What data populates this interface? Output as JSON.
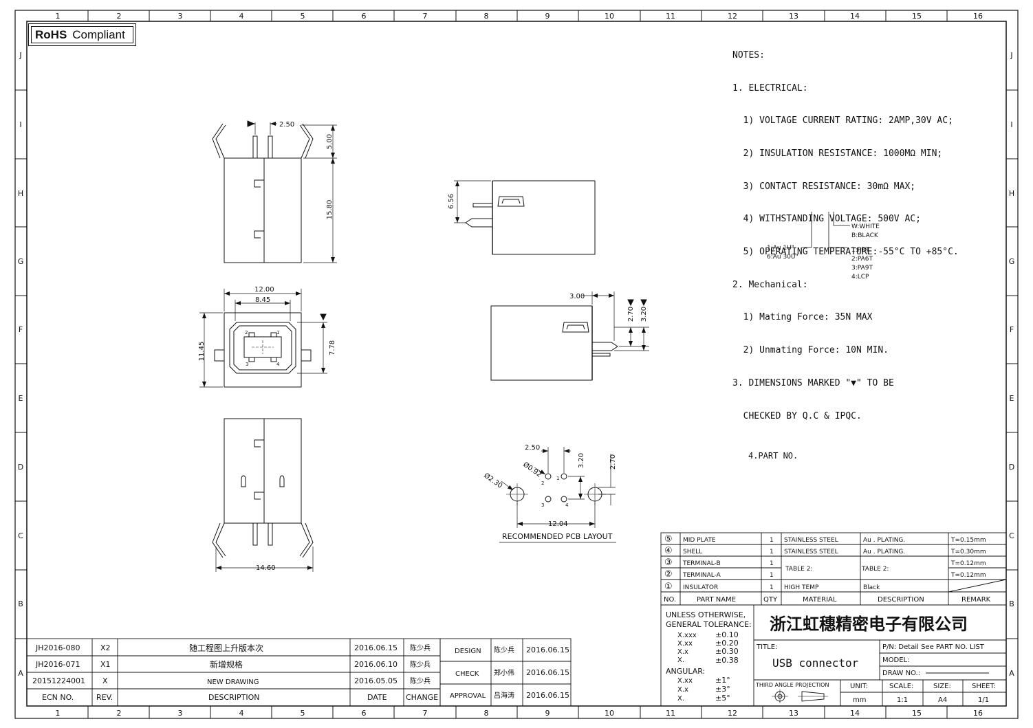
{
  "border": {
    "columns": [
      "1",
      "2",
      "3",
      "4",
      "5",
      "6",
      "7",
      "8",
      "9",
      "10",
      "11",
      "12",
      "13",
      "14",
      "15",
      "16"
    ],
    "rows": [
      "J",
      "I",
      "H",
      "G",
      "F",
      "E",
      "D",
      "C",
      "B",
      "A"
    ]
  },
  "rohs": {
    "bold": "RoHS",
    "text": "Compliant"
  },
  "notes": {
    "lines": [
      "NOTES:",
      "1. ELECTRICAL:",
      "  1) VOLTAGE CURRENT RATING: 2AMP,30V AC;",
      "  2) INSULATION RESISTANCE: 1000MΩ MIN;",
      "  3) CONTACT RESISTANCE: 30mΩ MAX;",
      "  4) WITHSTANDING VOLTAGE: 500V AC;",
      "  5) OPERATING TEMPERATURE:-55°C TO +85°C.",
      "2. Mechanical:",
      "  1) Mating Force: 35N MAX",
      "  2) Unmating Force: 10N MIN.",
      "3. DIMENSIONS MARKED \"▼\" TO BE",
      "  CHECKED BY Q.C & IPQC."
    ],
    "part_no": "4.PART NO."
  },
  "part_code": {
    "color": [
      "W:WHITE",
      "B:BLACK"
    ],
    "plating": [
      "1:Au 1U\"",
      "6:Au 30U\""
    ],
    "material": [
      "1:PBT",
      "2:PA6T",
      "3:PA9T",
      "4:LCP"
    ]
  },
  "dims": {
    "d250a": "2.50",
    "d500": "5.00",
    "d1580": "15.80",
    "d1200": "12.00",
    "d845": "8.45",
    "d1145": "11.45",
    "d778": "7.78",
    "d1460": "14.60",
    "d656": "6.56",
    "d300": "3.00",
    "d270a": "2.70",
    "d320a": "3.20",
    "d250b": "2.50",
    "d092": "Ø0.92",
    "d230": "Ø2.30",
    "d320b": "3.20",
    "d270b": "2.70",
    "d1204": "12.04",
    "pin1": "1",
    "pin2": "2",
    "pin3": "3",
    "pin4": "4",
    "lay1": "1",
    "lay2": "2",
    "lay3": "3",
    "lay4": "4"
  },
  "pcb_label": "RECOMMENDED PCB LAYOUT",
  "bom": {
    "rows": [
      {
        "no": "⑤",
        "name": "MID PLATE",
        "qty": "1",
        "material": "STAINLESS STEEL",
        "desc": "Au . PLATING.",
        "remark": "T=0.15mm"
      },
      {
        "no": "④",
        "name": "SHELL",
        "qty": "1",
        "material": "STAINLESS STEEL",
        "desc": "Au . PLATING.",
        "remark": "T=0.30mm"
      },
      {
        "no": "③",
        "name": "TERMINAL-B",
        "qty": "1",
        "material": "",
        "desc": "",
        "remark": "T=0.12mm"
      },
      {
        "no": "②",
        "name": "TERMINAL-A",
        "qty": "1",
        "material": "",
        "desc": "",
        "remark": "T=0.12mm"
      },
      {
        "no": "①",
        "name": "INSULATOR",
        "qty": "1",
        "material": "HIGH TEMP",
        "desc": "Black",
        "remark": ""
      }
    ],
    "table2_material": "TABLE 2:",
    "table2_desc": "TABLE 2:",
    "header": {
      "no": "NO.",
      "name": "PART NAME",
      "qty": "QTY",
      "material": "MATERIAL",
      "desc": "DESCRIPTION",
      "remark": "REMARK"
    }
  },
  "tolerance": {
    "title1": "UNLESS OTHERWISE,",
    "title2": "GENERAL TOLERANCE:",
    "rows": [
      {
        "k": "X.xxx",
        "v": "±0.10"
      },
      {
        "k": "X.xx",
        "v": "±0.20"
      },
      {
        "k": "X.x",
        "v": "±0.30"
      },
      {
        "k": "X.",
        "v": "±0.38"
      }
    ],
    "angular": "ANGULAR:",
    "arows": [
      {
        "k": "X.xx",
        "v": "±1°"
      },
      {
        "k": "X.x",
        "v": "±3°"
      },
      {
        "k": "X.",
        "v": "±5°"
      }
    ]
  },
  "title_block": {
    "company": "浙江虹穗精密电子有限公司",
    "title_label": "TITLE:",
    "title": "USB connector",
    "pn": "P/N: Detail  See  PART  NO.  LIST",
    "model": "MODEL:",
    "drawno": "DRAW  NO.:",
    "projection": "THIRD  ANGLE  PROJECTION",
    "unit_label": "UNIT:",
    "unit": "mm",
    "scale_label": "SCALE:",
    "scale": "1:1",
    "size_label": "SIZE:",
    "size": "A4",
    "sheet_label": "SHEET:",
    "sheet": "1/1"
  },
  "revisions": {
    "rows": [
      {
        "ecn": "JH2016-080",
        "rev": "X2",
        "desc": "随工程图上升版本次",
        "date": "2016.06.15",
        "change": "陈少兵"
      },
      {
        "ecn": "JH2016-071",
        "rev": "X1",
        "desc": "新增规格",
        "date": "2016.06.10",
        "change": "陈少兵"
      },
      {
        "ecn": "20151224001",
        "rev": "X",
        "desc": "NEW DRAWING",
        "date": "2016.05.05",
        "change": "陈少兵"
      }
    ],
    "header": {
      "ecn": "ECN  NO.",
      "rev": "REV.",
      "desc": "DESCRIPTION",
      "date": "DATE",
      "change": "CHANGE"
    }
  },
  "approvals": [
    {
      "role": "DESIGN",
      "name": "陈少兵",
      "date": "2016.06.15"
    },
    {
      "role": "CHECK",
      "name": "郑小伟",
      "date": "2016.06.15"
    },
    {
      "role": "APPROVAL",
      "name": "吕海涛",
      "date": "2016.06.15"
    }
  ]
}
